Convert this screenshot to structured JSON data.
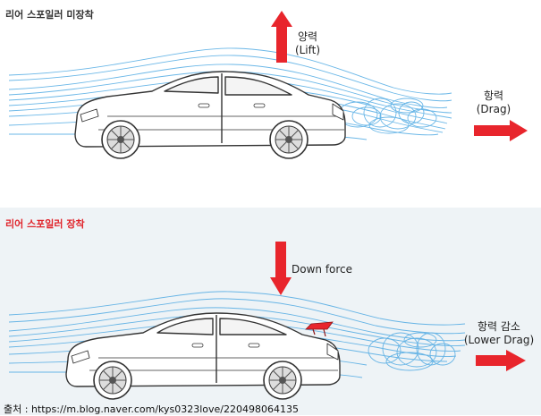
{
  "top_panel": {
    "title": "리어 스포일러 미장착",
    "lift_label_ko": "양력",
    "lift_label_en": "(Lift)",
    "drag_label_ko": "항력",
    "drag_label_en": "(Drag)"
  },
  "bottom_panel": {
    "title": "리어 스포일러 장착",
    "downforce_label": "Down force",
    "drag_label_ko": "항력 감소",
    "drag_label_en": "(Lower Drag)"
  },
  "source": "출처 : https://m.blog.naver.com/kys0323love/220498064135",
  "colors": {
    "arrow": "#e8252c",
    "airflow": "#3aa0e0",
    "car_outline": "#333333",
    "bottom_background": "#eef3f6"
  }
}
